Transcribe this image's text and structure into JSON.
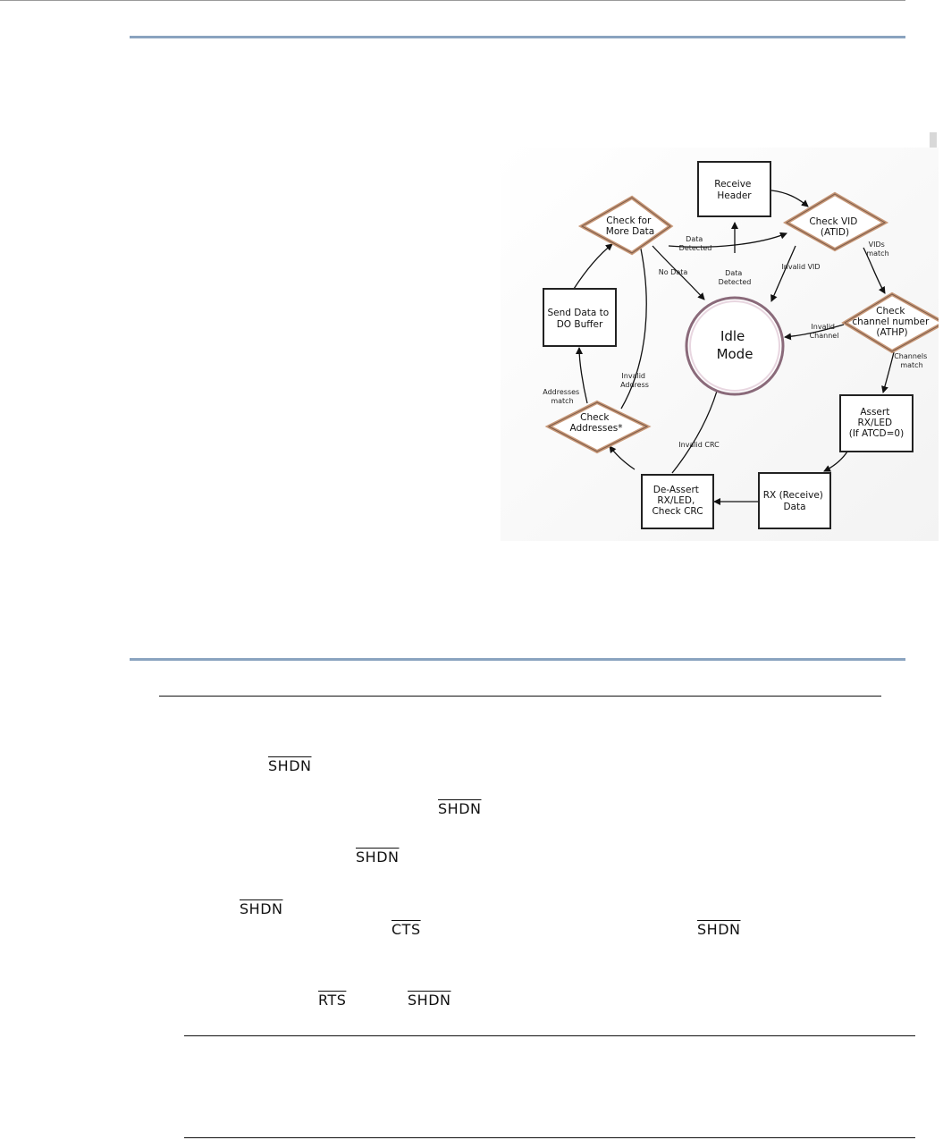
{
  "diagram": {
    "nodes": {
      "receive_header": [
        "Receive",
        "Header"
      ],
      "check_vid": [
        "Check VID",
        "(ATID)"
      ],
      "check_channel": [
        "Check",
        "channel number",
        "(ATHP)"
      ],
      "assert_rx": [
        "Assert",
        "RX/LED",
        "(If ATCD=0)"
      ],
      "rx_data": [
        "RX (Receive)",
        "Data"
      ],
      "deassert": [
        "De-Assert",
        "RX/LED,",
        "Check CRC"
      ],
      "check_addresses": [
        "Check",
        "Addresses*"
      ],
      "send_data": [
        "Send Data to",
        "DO Buffer"
      ],
      "check_more": [
        "Check for",
        "More Data"
      ],
      "idle": [
        "Idle",
        "Mode"
      ]
    },
    "edges": {
      "data_detected_top": [
        "Data",
        "Detected"
      ],
      "data_detected_left": [
        "Data",
        "Detected"
      ],
      "vids_match": [
        "VIDs",
        "match"
      ],
      "invalid_vid": [
        "Invalid VID"
      ],
      "invalid_channel": [
        "Invalid",
        "Channel"
      ],
      "channels_match": [
        "Channels",
        "match"
      ],
      "invalid_crc": [
        "Invalid CRC"
      ],
      "invalid_address": [
        "Invalid",
        "Address"
      ],
      "addresses_match": [
        "Addresses",
        "match"
      ],
      "no_data": [
        "No Data"
      ]
    }
  },
  "signals": [
    {
      "id": "shdn_1",
      "label": "SHDN"
    },
    {
      "id": "shdn_2",
      "label": "SHDN"
    },
    {
      "id": "shdn_3",
      "label": "SHDN"
    },
    {
      "id": "shdn_4",
      "label": "SHDN"
    },
    {
      "id": "cts_1",
      "label": "CTS"
    },
    {
      "id": "shdn_5",
      "label": "SHDN"
    },
    {
      "id": "rts_1",
      "label": "RTS"
    },
    {
      "id": "shdn_6",
      "label": "SHDN"
    }
  ]
}
